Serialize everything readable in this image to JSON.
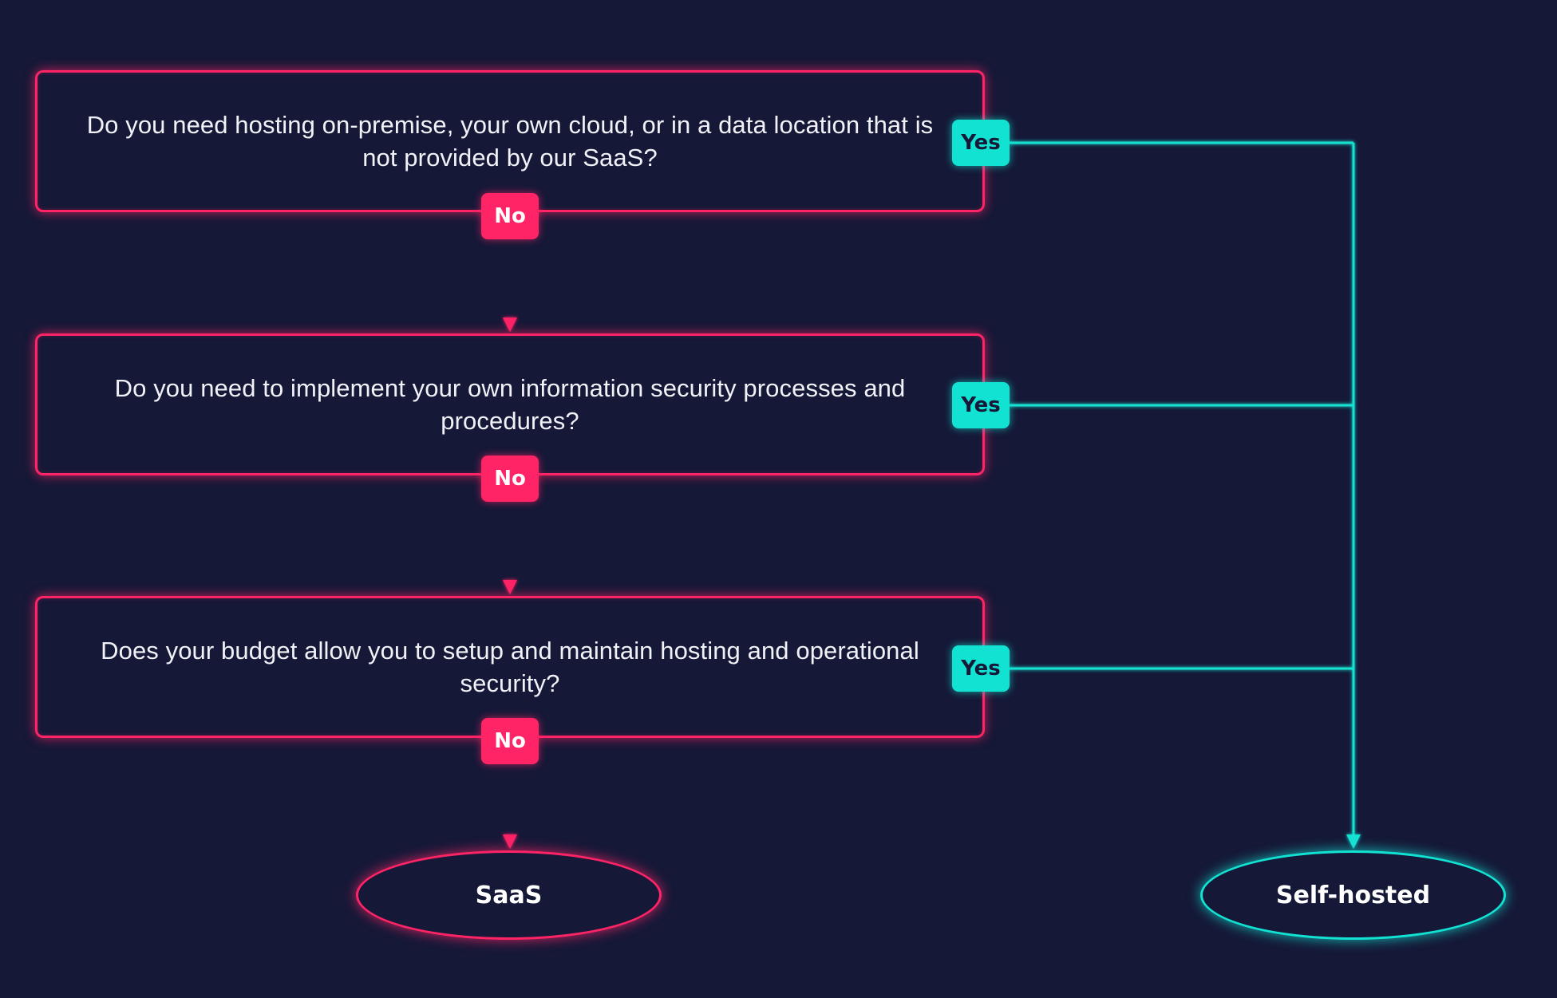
{
  "colors": {
    "background": "#151837",
    "no_accent": "#ff2466",
    "yes_accent": "#12e2d2",
    "text": "#f1f2f7"
  },
  "questions": [
    {
      "text": "Do you need hosting on-premise, your own cloud, or in a data location that is not provided by our SaaS?",
      "yes_label": "Yes",
      "no_label": "No"
    },
    {
      "text": "Do you need to implement your own information security processes and procedures?",
      "yes_label": "Yes",
      "no_label": "No"
    },
    {
      "text": "Does your budget allow you to setup and maintain hosting and operational security?",
      "yes_label": "Yes",
      "no_label": "No"
    }
  ],
  "outcomes": {
    "saas": "SaaS",
    "self_hosted": "Self-hosted"
  }
}
